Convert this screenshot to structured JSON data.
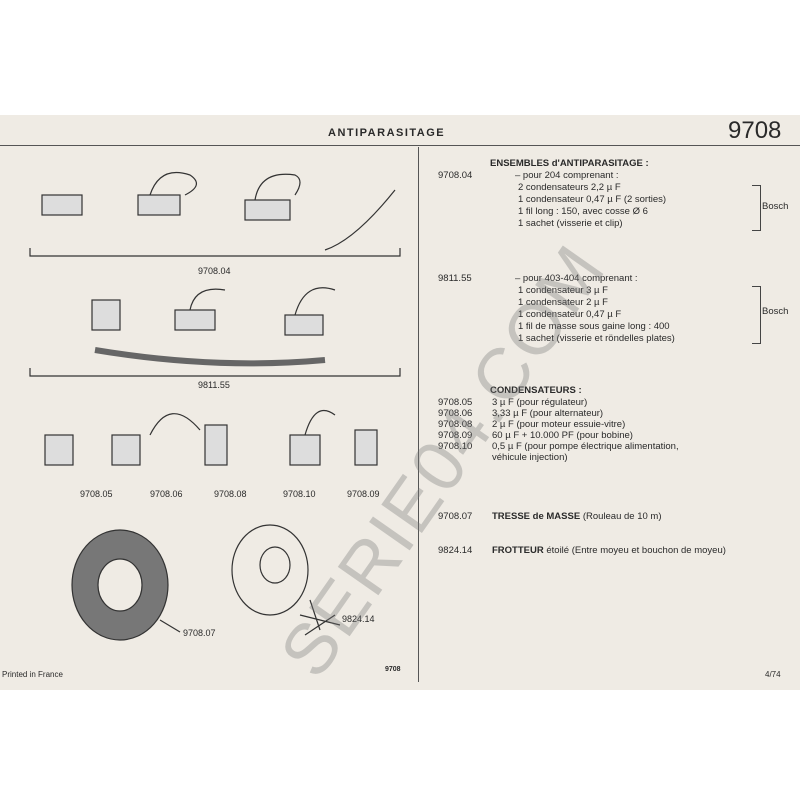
{
  "header": {
    "title": "ANTIPARASITAGE",
    "page_number": "9708"
  },
  "sections": {
    "ensembles": {
      "heading": "ENSEMBLES d'ANTIPARASITAGE :",
      "kit1": {
        "code": "9708.04",
        "intro": "– pour 204 comprenant :",
        "items": [
          "2 condensateurs 2,2 µ F",
          "1 condensateur 0,47 µ F (2 sorties)",
          "1 fil long : 150, avec cosse Ø 6",
          "1 sachet (visserie et clip)"
        ],
        "brand": "Bosch"
      },
      "kit2": {
        "code": "9811.55",
        "intro": "– pour 403-404 comprenant :",
        "items": [
          "1 condensateur 3 µ F",
          "1 condensateur 2 µ F",
          "1 condensateur 0,47 µ F",
          "1 fil de masse sous gaine long : 400",
          "1 sachet (visserie et röndelles plates)"
        ],
        "brand": "Bosch"
      }
    },
    "condensateurs": {
      "heading": "CONDENSATEURS :",
      "rows": [
        {
          "code": "9708.05",
          "text": "3 µ F (pour régulateur)"
        },
        {
          "code": "9708.06",
          "text": "3,33 µ F (pour alternateur)"
        },
        {
          "code": "9708.08",
          "text": "2 µ F (pour moteur essuie-vitre)"
        },
        {
          "code": "9708.09",
          "text": "60 µ F + 10.000 PF (pour bobine)"
        },
        {
          "code": "9708.10",
          "text": "0,5 µ F (pour pompe électrique alimentation,"
        },
        {
          "code": "",
          "text": "véhicule injection)"
        }
      ]
    },
    "tresse": {
      "code": "9708.07",
      "bold": "TRESSE de MASSE",
      "text": "(Rouleau de 10 m)"
    },
    "frotteur": {
      "code": "9824.14",
      "bold": "FROTTEUR",
      "text": "étoilé (Entre moyeu et bouchon de moyeu)"
    }
  },
  "figure_labels": {
    "a": "9708.04",
    "b": "9811.55",
    "c": "9708.05",
    "d": "9708.06",
    "e": "9708.08",
    "f": "9708.10",
    "g": "9708.09",
    "h": "9708.07",
    "i": "9824.14"
  },
  "footer": {
    "left": "Printed in France",
    "center": "9708",
    "right": "4/74"
  },
  "watermark": "SERIE04.COM"
}
